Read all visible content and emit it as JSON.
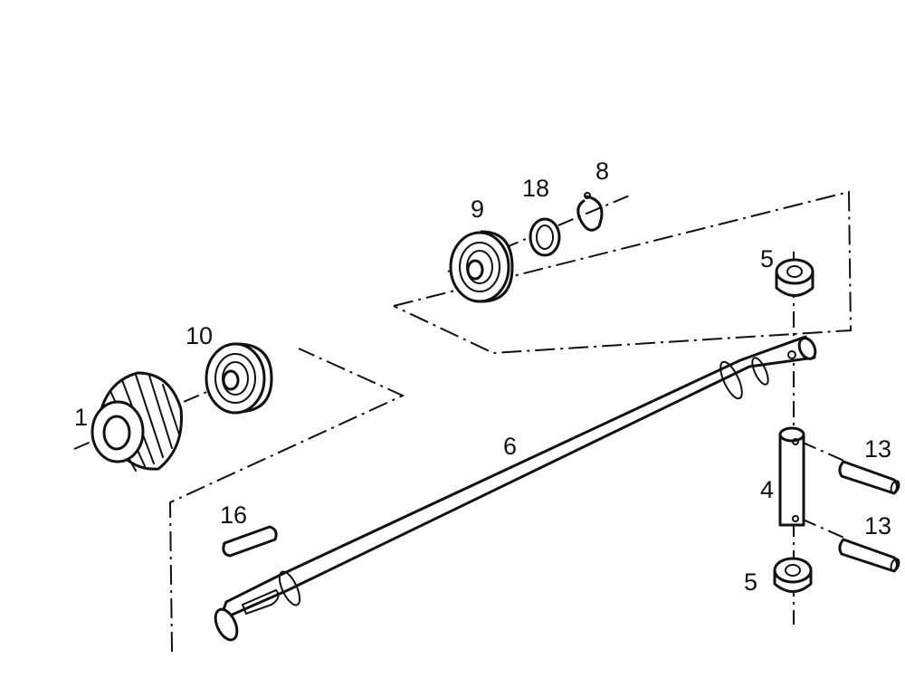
{
  "labels": {
    "p1": "1",
    "p4": "4",
    "p5a": "5",
    "p5b": "5",
    "p6": "6",
    "p8": "8",
    "p9": "9",
    "p10": "10",
    "p13a": "13",
    "p13b": "13",
    "p16": "16",
    "p18": "18"
  }
}
